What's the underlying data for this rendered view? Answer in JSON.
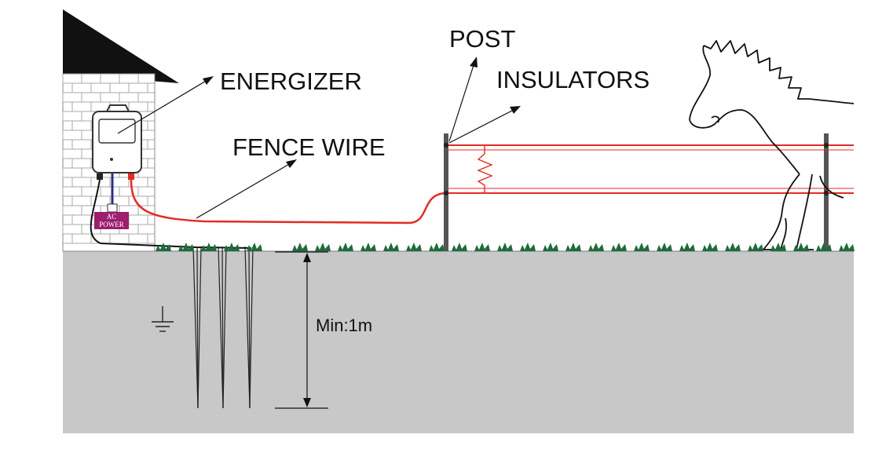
{
  "labels": {
    "energizer": "ENERGIZER",
    "fence_wire": "FENCE WIRE",
    "post": "POST",
    "insulators": "INSULATORS",
    "depth": "Min:1m",
    "ac_power_line1": "AC",
    "ac_power_line2": "POWER"
  },
  "icons": {
    "ground": "ground-symbol-icon",
    "animal": "horse-icon",
    "grass": "grass-tuft-icon"
  },
  "colors": {
    "fence_wire": "#e32b24",
    "ground_fill": "#c8c8c8",
    "ac_power": "#9c1e6d",
    "post": "#555555",
    "grass": "#1e6b3c",
    "feed_wire": "#2b2f86",
    "roof": "#111111"
  }
}
